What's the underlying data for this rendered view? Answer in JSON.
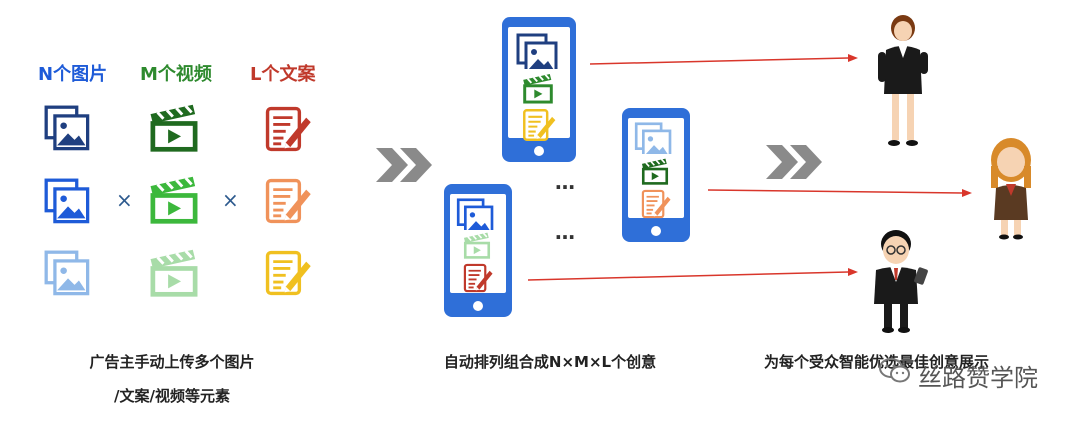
{
  "headers": {
    "images": "N个图片",
    "videos": "M个视频",
    "copies": "L个文案"
  },
  "operators": {
    "times1": "×",
    "times2": "×"
  },
  "ellipsis": {
    "top": "…",
    "bottom": "…"
  },
  "captions": {
    "left_line1": "广告主手动上传多个图片",
    "left_line2": "/文案/视频等元素",
    "middle": "自动排列组合成N×M×L个创意",
    "right": "为每个受众智能优选最佳创意展示"
  },
  "watermark": "丝路赞学院",
  "colors": {
    "image_blue": "#1f3f80",
    "video_green": "#2e8a2e",
    "copy_red": "#c0392b",
    "phone_blue": "#2f6fd8",
    "arrow_red": "#d9362b",
    "chevron_gray": "#8a8a8a"
  },
  "icons": [
    "image-stack-icon",
    "clapperboard-icon",
    "document-pen-icon",
    "chevron-double-right-icon",
    "person-icon",
    "wechat-icon"
  ]
}
